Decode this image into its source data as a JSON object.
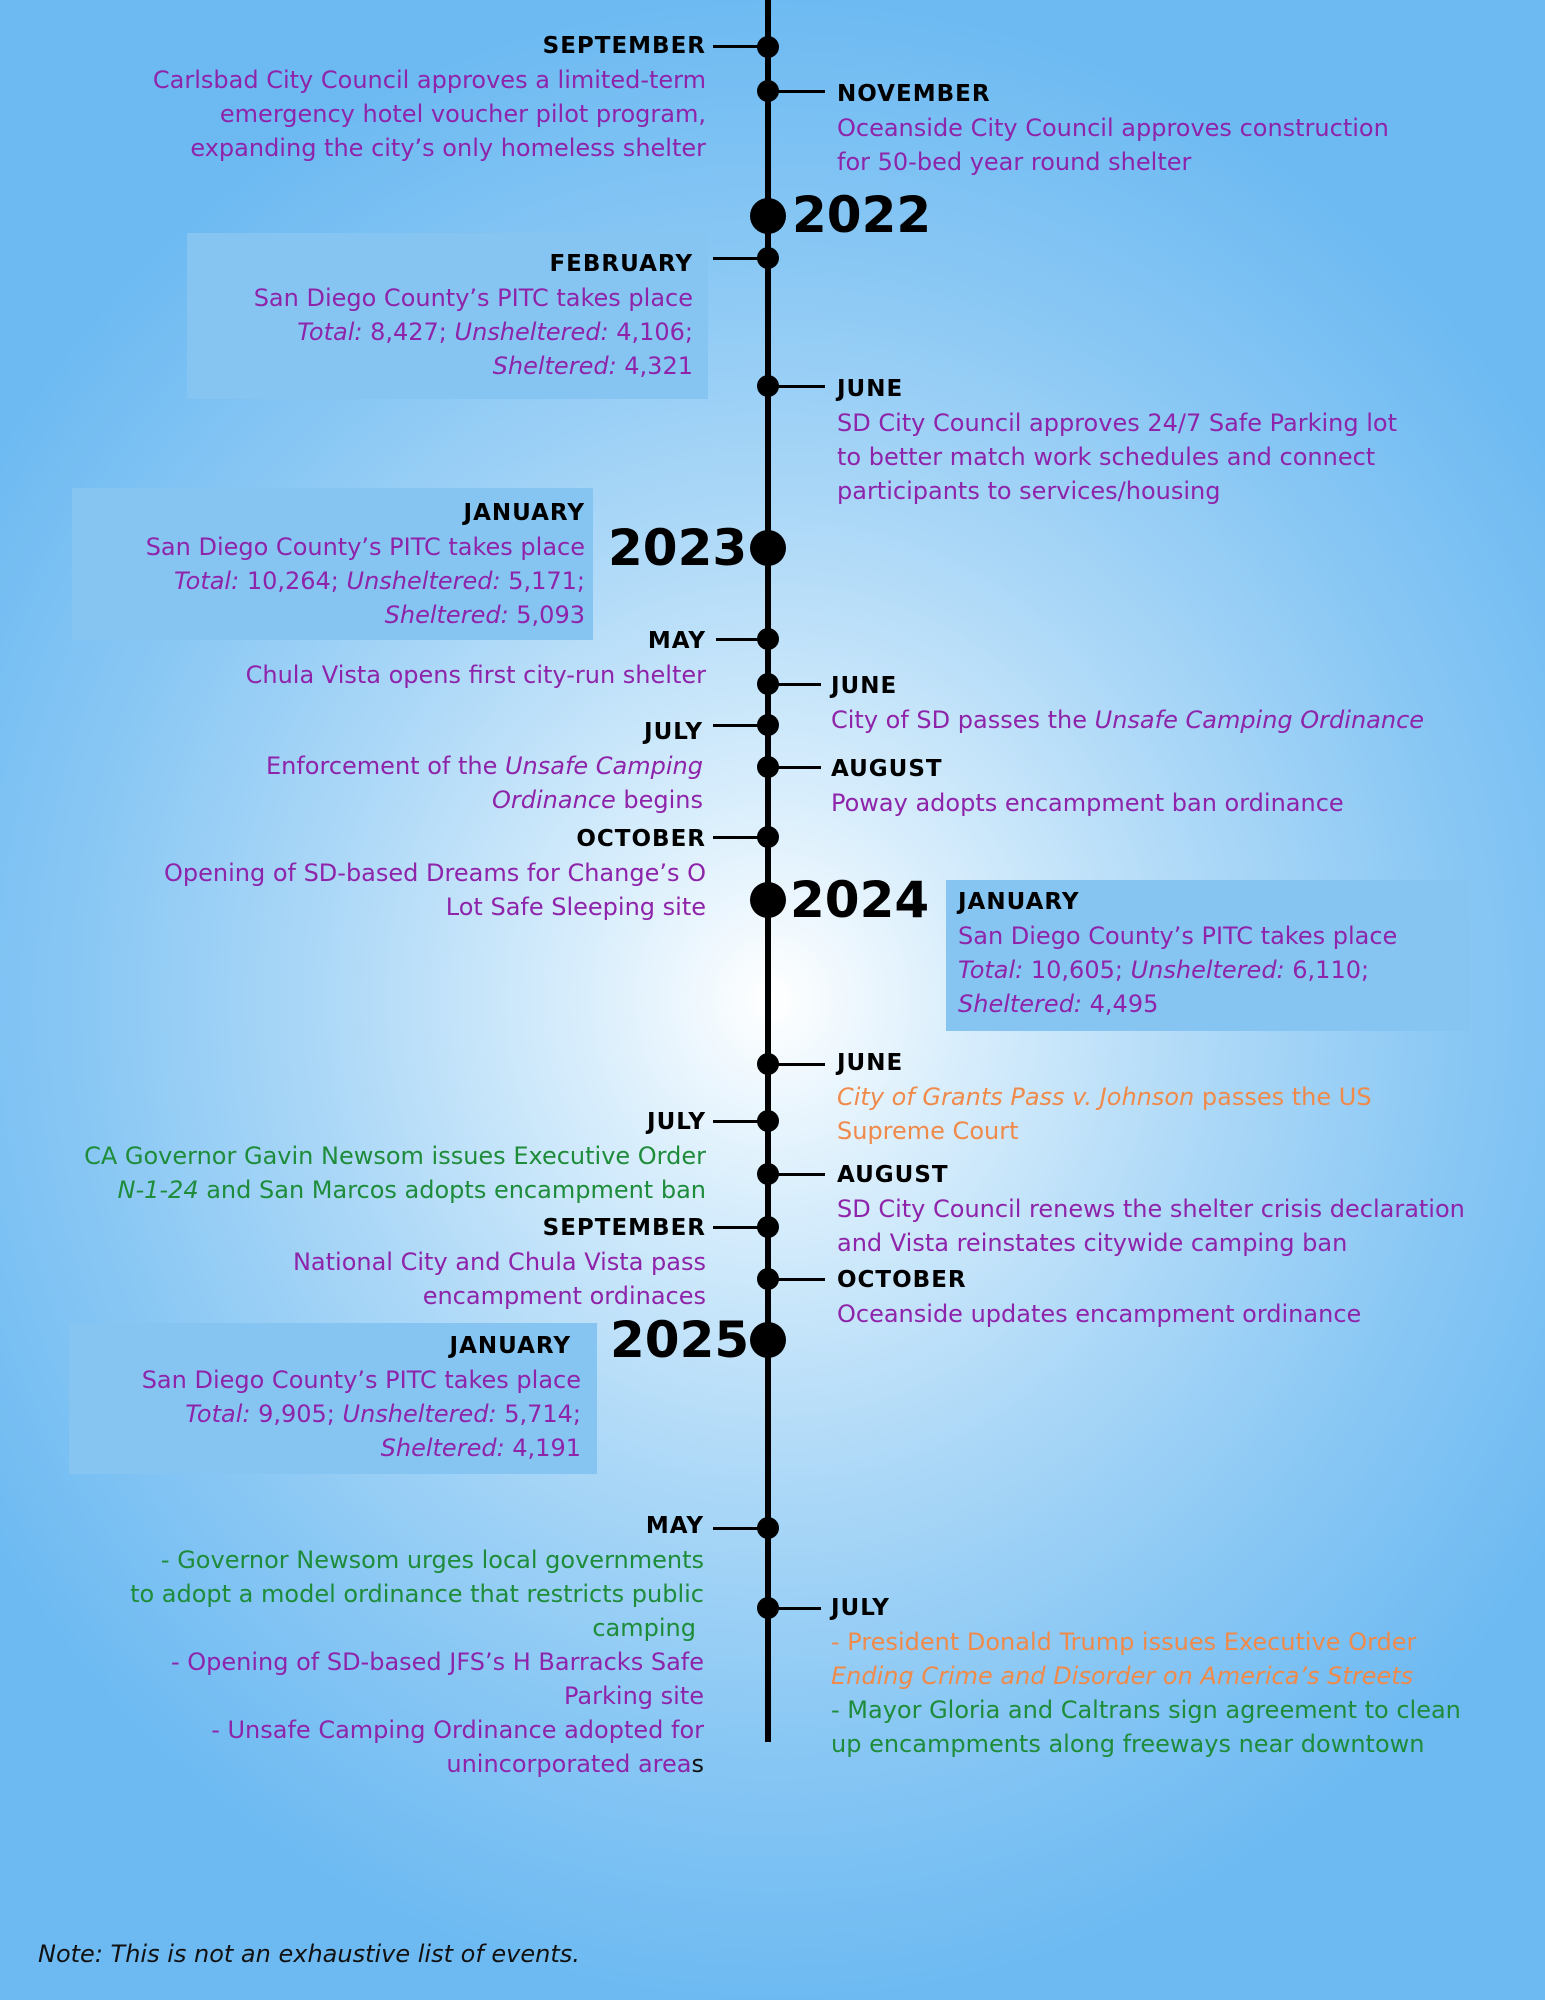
{
  "years": {
    "y2022": "2022",
    "y2023": "2023",
    "y2024": "2024",
    "y2025": "2025"
  },
  "events": {
    "sep_2021": {
      "month": "SEPTEMBER",
      "line1": "Carlsbad City Council approves a limited-term",
      "line2": "emergency hotel voucher pilot program,",
      "line3": "expanding the city’s only homeless shelter"
    },
    "nov_2021": {
      "month": "NOVEMBER",
      "line1": "Oceanside City Council approves construction",
      "line2": "for 50-bed year round shelter"
    },
    "feb_2022": {
      "month": "FEBRUARY",
      "line1": "San Diego County’s PITC takes place",
      "total_label": "Total:",
      "total": " 8,427; ",
      "unsheltered_label": "Unsheltered:",
      "unsheltered": " 4,106;",
      "sheltered_label": "Sheltered:",
      "sheltered": " 4,321"
    },
    "jun_2022": {
      "month": "JUNE",
      "line1": "SD City Council approves 24/7 Safe Parking lot",
      "line2": "to better match work schedules and connect",
      "line3": "participants to services/housing"
    },
    "jan_2023": {
      "month": "JANUARY",
      "line1": "San Diego County’s PITC takes place",
      "total_label": "Total:",
      "total": " 10,264; ",
      "unsheltered_label": "Unsheltered:",
      "unsheltered": " 5,171;",
      "sheltered_label": "Sheltered:",
      "sheltered": " 5,093"
    },
    "may_2023": {
      "month": "MAY",
      "line1": "Chula Vista opens first city-run shelter"
    },
    "jun_2023": {
      "month": "JUNE",
      "pre": "City of SD passes the ",
      "em": "Unsafe Camping Ordinance"
    },
    "jul_2023": {
      "month": "JULY",
      "pre": "Enforcement of the ",
      "em1": "Unsafe Camping",
      "em2": "Ordinance",
      "post": " begins"
    },
    "aug_2023": {
      "month": "AUGUST",
      "line1": "Poway adopts encampment ban ordinance"
    },
    "oct_2023": {
      "month": "OCTOBER",
      "line1": "Opening of SD-based Dreams for Change’s O",
      "line2": "Lot Safe Sleeping site"
    },
    "jan_2024": {
      "month": "JANUARY",
      "line1": "San Diego County’s PITC takes place",
      "total_label": "Total:",
      "total": " 10,605; ",
      "unsheltered_label": "Unsheltered:",
      "unsheltered": " 6,110;",
      "sheltered_label": "Sheltered:",
      "sheltered": " 4,495"
    },
    "jun_2024": {
      "month": "JUNE",
      "em": "City of Grants Pass v. Johnson",
      "post": " passes the US",
      "line2": "Supreme Court"
    },
    "jul_2024": {
      "month": "JULY",
      "line1": "CA Governor Gavin Newsom issues Executive Order",
      "em": "N-1-24",
      "post": " and San Marcos adopts encampment ban"
    },
    "aug_2024": {
      "month": "AUGUST",
      "line1": "SD City Council renews the shelter crisis declaration",
      "line2": "and Vista reinstates citywide camping ban"
    },
    "sep_2024": {
      "month": "SEPTEMBER",
      "line1": "National City and Chula Vista pass",
      "line2": "encampment ordinaces"
    },
    "oct_2024": {
      "month": "OCTOBER",
      "line1": "Oceanside updates encampment ordinance"
    },
    "jan_2025": {
      "month": "JANUARY",
      "line1": "San Diego County’s PITC takes place",
      "total_label": "Total:",
      "total": " 9,905; ",
      "unsheltered_label": "Unsheltered:",
      "unsheltered": " 5,714;",
      "sheltered_label": "Sheltered:",
      "sheltered": " 4,191"
    },
    "may_2025": {
      "month": "MAY",
      "a1": "- Governor Newsom urges local governments",
      "a2": "to adopt a model ordinance that restricts public",
      "a3": "camping",
      "b1": "- Opening of SD-based JFS’s H Barracks Safe",
      "b2": "Parking site",
      "c1": "- Unsafe Camping Ordinance adopted for",
      "c2": "unincorporated area",
      "c3": "s"
    },
    "jul_2025": {
      "month": "JULY",
      "a1": "- President Donald Trump issues Executive Order",
      "a2": "Ending Crime and Disorder on America’s Streets",
      "b1": "- Mayor Gloria and Caltrans sign agreement to clean",
      "b2": "up encampments along freeways near downtown"
    }
  },
  "note": "Note: This is not an exhaustive list of events.",
  "colors": {
    "purple": "#8e24aa",
    "green": "#1e8c3a",
    "orange": "#f08a4b",
    "box": "#86c5f2"
  }
}
